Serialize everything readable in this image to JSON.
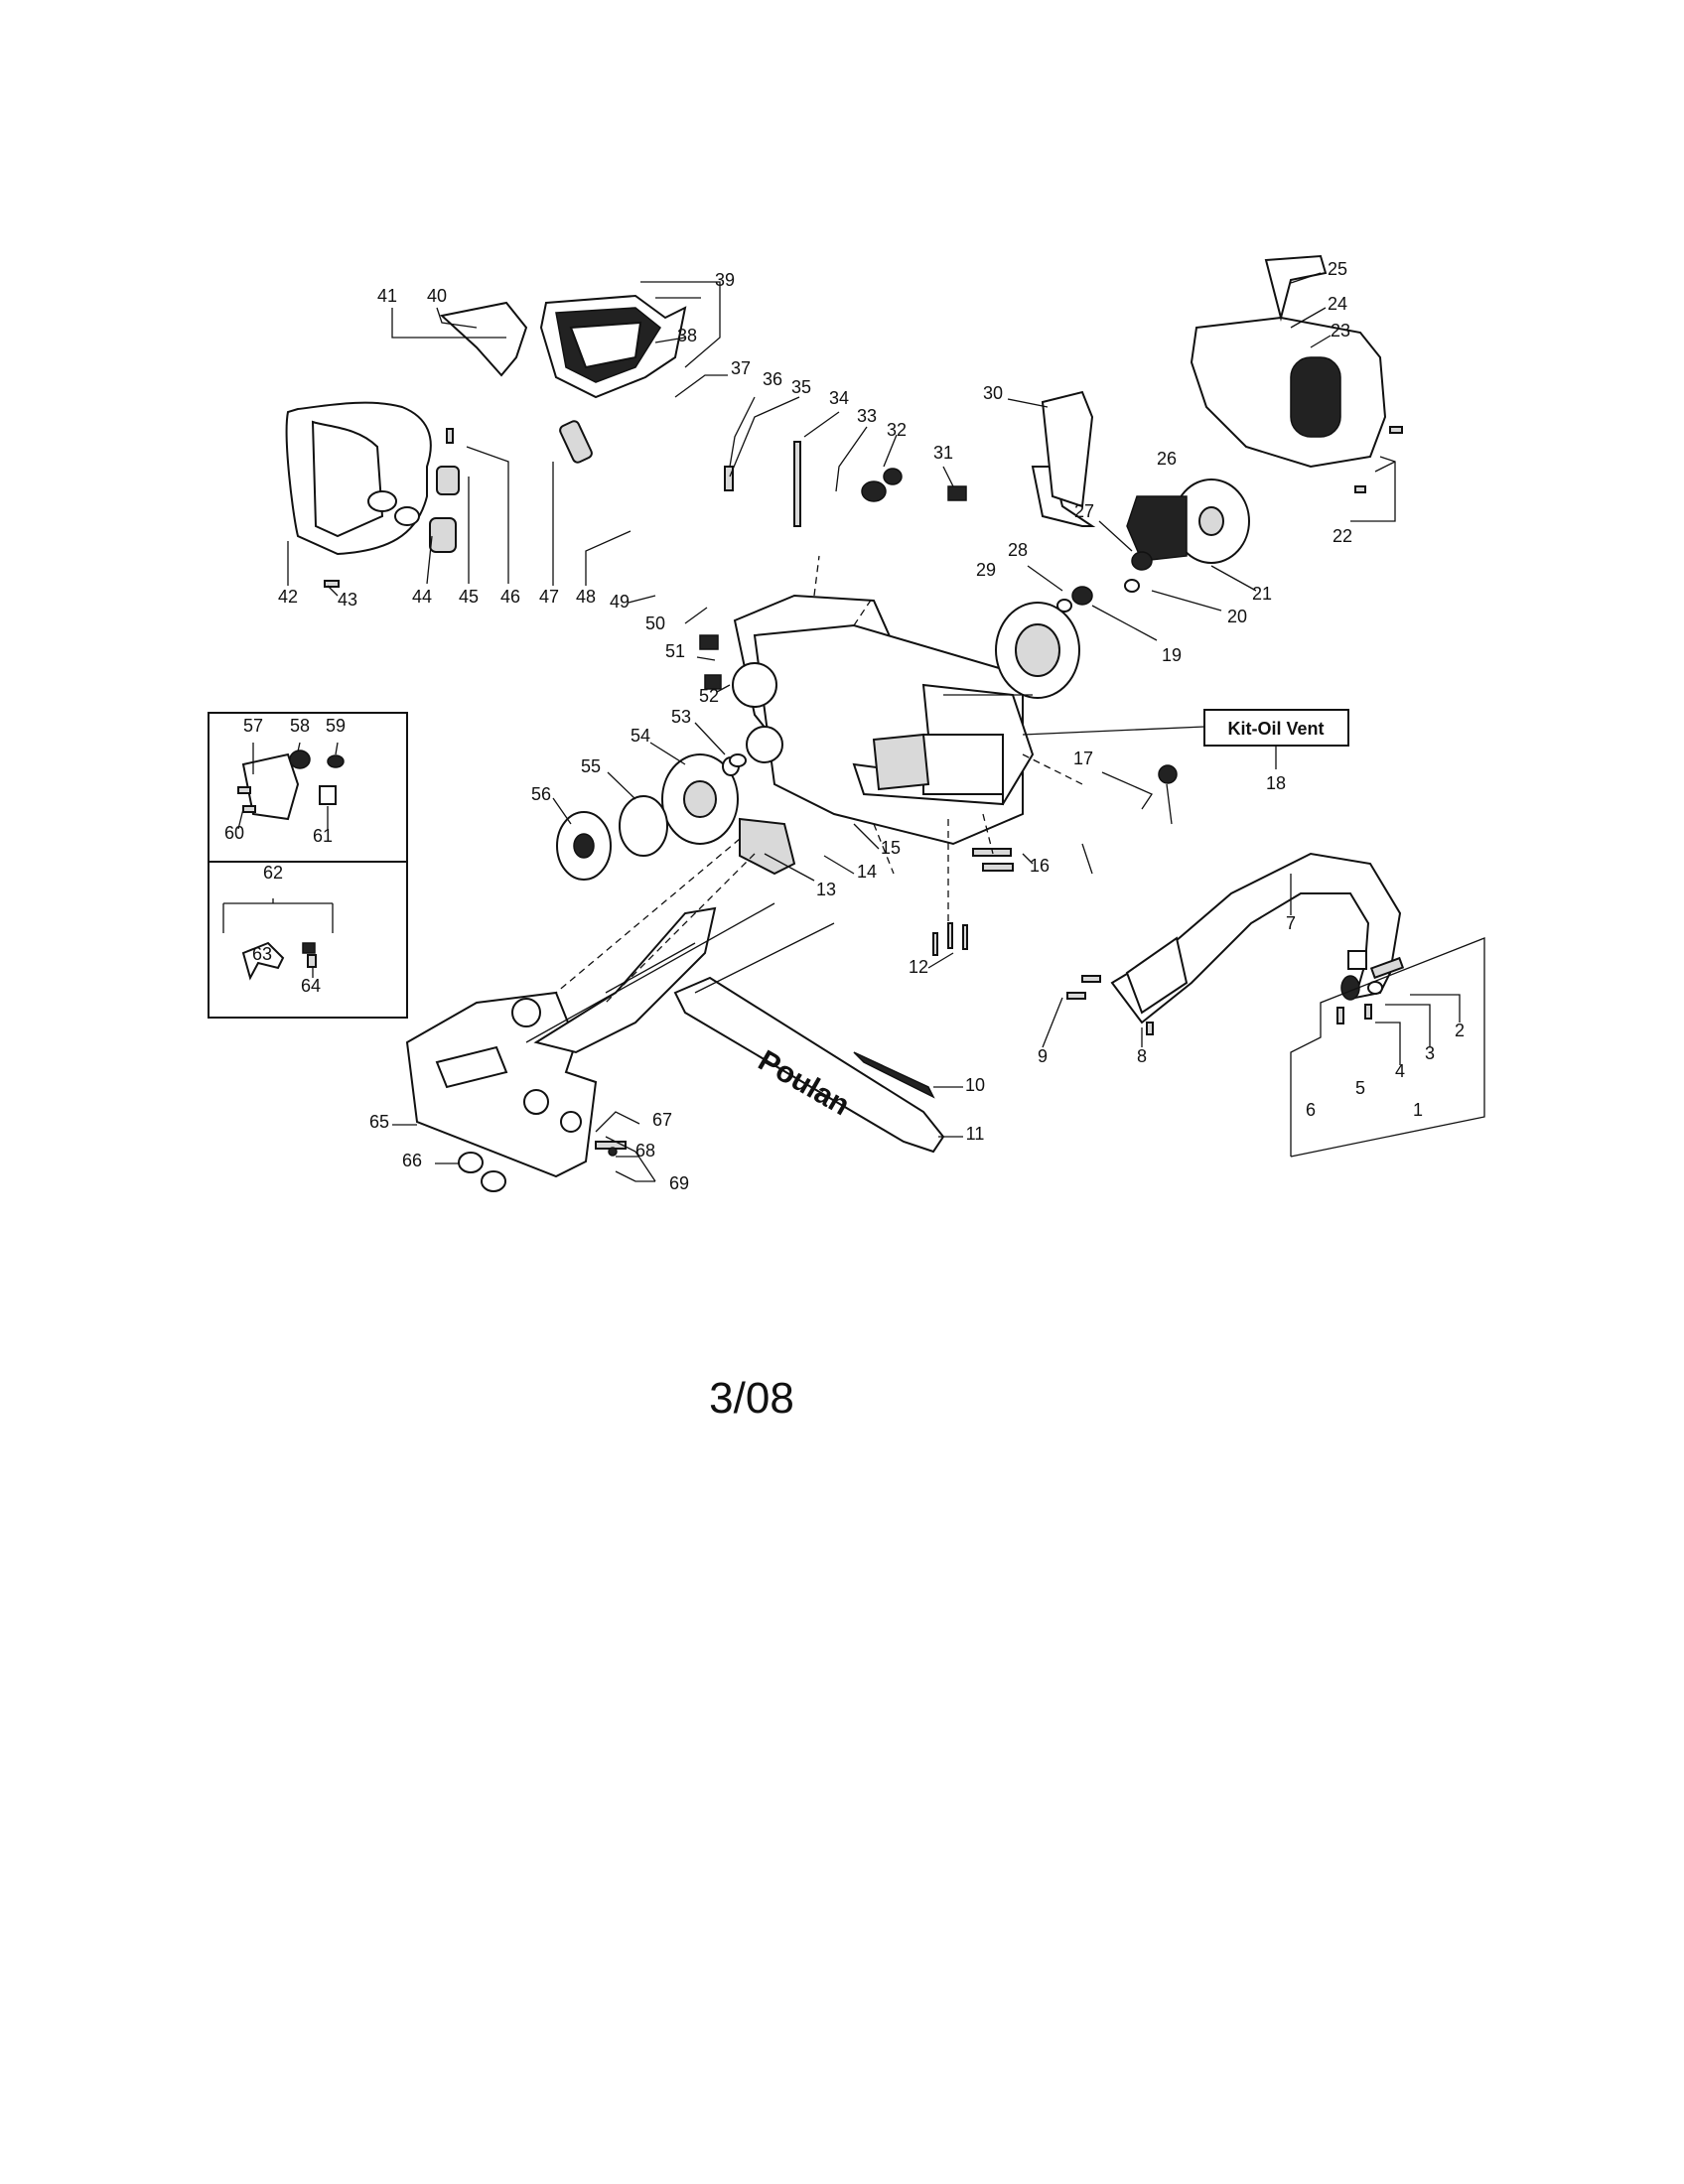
{
  "diagram": {
    "part_numbers": [
      "1",
      "2",
      "3",
      "4",
      "5",
      "6",
      "7",
      "8",
      "9",
      "10",
      "11",
      "12",
      "13",
      "14",
      "15",
      "16",
      "17",
      "18",
      "19",
      "20",
      "21",
      "22",
      "23",
      "24",
      "25",
      "26",
      "27",
      "28",
      "29",
      "30",
      "31",
      "32",
      "33",
      "34",
      "35",
      "36",
      "37",
      "38",
      "39",
      "40",
      "41",
      "42",
      "43",
      "44",
      "45",
      "46",
      "47",
      "48",
      "49",
      "50",
      "51",
      "52",
      "53",
      "54",
      "55",
      "56",
      "57",
      "58",
      "59",
      "60",
      "61",
      "62",
      "63",
      "64",
      "65",
      "66",
      "67",
      "68",
      "69"
    ],
    "kit_label": "Kit-Oil Vent",
    "brand_on_bar": "Poulan",
    "page_date": "3/08"
  }
}
